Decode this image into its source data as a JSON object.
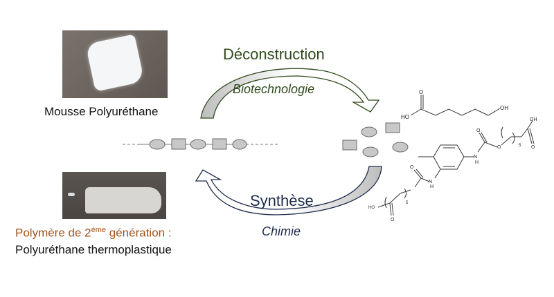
{
  "top_left": {
    "caption": "Mousse Polyuréthane"
  },
  "bottom_left": {
    "caption_line1_prefix": "Polymère de 2",
    "caption_line1_sup": "éme",
    "caption_line1_suffix": " génération :",
    "caption_line2": "Polyuréthane thermoplastique"
  },
  "top_arrow": {
    "title": "Déconstruction",
    "subtitle": "Biotechnologie"
  },
  "bottom_arrow": {
    "title": "Synthèse",
    "subtitle": "Chimie"
  },
  "molecule_1": {
    "labels": [
      "HO",
      "O",
      "OH"
    ]
  },
  "molecule_2": {
    "labels": [
      "O",
      "N",
      "H",
      "O",
      "O",
      "OH",
      "5",
      "HO",
      "O",
      "O",
      "N",
      "H",
      "5"
    ]
  },
  "colors": {
    "top_arrow_text": "#2f4a1c",
    "bottom_arrow_text": "#1c2a4a",
    "orange_text": "#a0521e",
    "shape_fill": "#c8c8c8",
    "shape_stroke": "#6a6a6a"
  }
}
